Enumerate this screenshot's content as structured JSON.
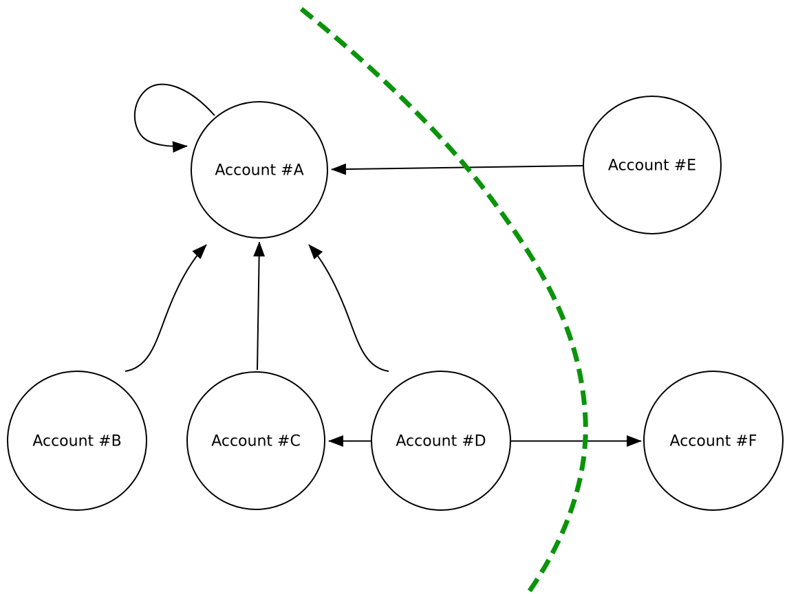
{
  "diagram": {
    "type": "directed-graph",
    "nodes": [
      {
        "id": "A",
        "label": "Account #A"
      },
      {
        "id": "B",
        "label": "Account #B"
      },
      {
        "id": "C",
        "label": "Account #C"
      },
      {
        "id": "D",
        "label": "Account #D"
      },
      {
        "id": "E",
        "label": "Account #E"
      },
      {
        "id": "F",
        "label": "Account #F"
      }
    ],
    "edges": [
      {
        "from": "A",
        "to": "A",
        "style": "self-loop"
      },
      {
        "from": "B",
        "to": "A",
        "style": "curved"
      },
      {
        "from": "C",
        "to": "A",
        "style": "straight"
      },
      {
        "from": "D",
        "to": "A",
        "style": "curved"
      },
      {
        "from": "E",
        "to": "A",
        "style": "straight"
      },
      {
        "from": "D",
        "to": "C",
        "style": "straight"
      },
      {
        "from": "D",
        "to": "F",
        "style": "straight"
      }
    ],
    "boundary": {
      "description": "green dashed partition curve separating nodes A, B, C, D from E and F",
      "style": "dashed",
      "color": "#0a940a"
    }
  },
  "colors": {
    "background": "#ffffff",
    "node_stroke": "#000000",
    "edge": "#000000",
    "text": "#000000",
    "boundary_green": "#0a940a"
  }
}
